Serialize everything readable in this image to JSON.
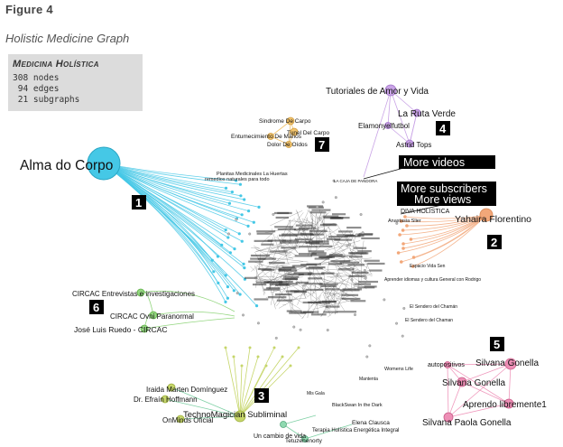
{
  "figure_label": "Figure 4",
  "title": "Holistic Medicine Graph",
  "stats": {
    "name": "Medicina Holística",
    "nodes": "308 nodes",
    "edges": " 94 edges",
    "subgraphs": " 21 subgraphs"
  },
  "callouts": {
    "more_videos": "More videos",
    "more_subscribers": "More subscribers",
    "more_views": "More views"
  },
  "clusters": [
    {
      "id": "1",
      "color": "#45c8e6",
      "hub": "Alma do Corpo",
      "badge": "1"
    },
    {
      "id": "2",
      "color": "#f2a779",
      "hub": "Yahaira Florentino",
      "badge": "2"
    },
    {
      "id": "3",
      "color": "#c6d66a",
      "hub": "TechnoMagician Subliminal",
      "badge": "3"
    },
    {
      "id": "4",
      "color": "#c9a3e6",
      "hub": "Tutoriales de Amor y Vida",
      "badge": "4"
    },
    {
      "id": "5",
      "color": "#ee8fb6",
      "hub": "Silvana Gonella",
      "badge": "5"
    },
    {
      "id": "6",
      "color": "#93d67f",
      "hub": "CIRCAC Entrevistas e investigaciones",
      "badge": "6"
    },
    {
      "id": "7",
      "color": "#f2c46e",
      "hub": "Sindrome De Carpo",
      "badge": "7"
    }
  ],
  "labels": {
    "c4": [
      "Tutoriales de Amor y Vida",
      "La Ruta Verde",
      "Elamonyelfutbol",
      "Astrid Tops"
    ],
    "c7": [
      "Sindrome De Carpo",
      "Tunel Del Carpo",
      "Entumecimiento De Manos",
      "Dolor De Oídos"
    ],
    "c2": [
      "DIVA HOLÍSTICA",
      "Yahaira Florentino",
      "Anastasia Slier"
    ],
    "c6": [
      "CIRCAC Entrevistas e investigaciones",
      "CIRCAC Ovni Paranormal",
      "José Luis Ruedo - CIRCAC"
    ],
    "c3": [
      "Iraida Marten Domínguez",
      "Dr. Efraín Hoffmann",
      "OnMinds Oficial",
      "TechnoMagician Subliminal",
      "Un cambio de vida",
      "Tetuzehenorty"
    ],
    "c5": [
      "autopositivos",
      "Silvana Gonella",
      "Silvana Gonella",
      "Aprendo libremente1",
      "Silvana Paola Gonella"
    ],
    "misc": [
      "Planitas Medicinales La Huertas",
      "remedios naturales para todo",
      "LA CAJA DE PANDORA",
      "Espacio Vida Sen",
      "Aprender idiomas y cultura General con Rodrigo",
      "El Sendero del Chamán",
      "El Sendero del Chaman",
      "Womens Life",
      "Mantenta",
      "BlackSwan In the Dark",
      "Elena Clausca",
      "Terapia Holística Energética Integral",
      "Mis Gala"
    ]
  },
  "colors": {
    "c1": "#45c8e6",
    "c2": "#f2a779",
    "c3": "#c6d66a",
    "c4": "#c9a3e6",
    "c5": "#ee8fb6",
    "c6": "#93d67f",
    "c7": "#f2c46e",
    "core": "#9a9a9a"
  }
}
